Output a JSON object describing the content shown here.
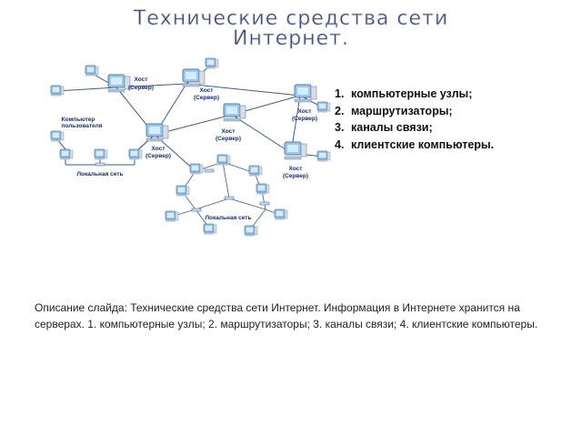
{
  "slide": {
    "title_line1": "Технические средства сети",
    "title_line2": "Интернет.",
    "list_items": [
      {
        "num": "1.",
        "text": "компьютерные узлы;"
      },
      {
        "num": "2.",
        "text": "маршрутизаторы;"
      },
      {
        "num": "3.",
        "text": "каналы связи;"
      },
      {
        "num": "4.",
        "text": "клиентские компьютеры."
      }
    ]
  },
  "diagram": {
    "hosts": [
      {
        "label1": "Хост",
        "label2": "(Сервер)"
      },
      {
        "label1": "Хост",
        "label2": "(Сервер)"
      },
      {
        "label1": "Хост",
        "label2": "(Сервер)"
      },
      {
        "label1": "Хост",
        "label2": "(Сервер)"
      },
      {
        "label1": "Хост",
        "label2": "(Сервер)"
      },
      {
        "label1": "Хост",
        "label2": "(Сервер)"
      }
    ],
    "user_pc_label1": "Компьютер",
    "user_pc_label2": "пользователя",
    "lan_label_1": "Локальная сеть",
    "lan_label_2": "Локальная сеть",
    "colors": {
      "link": "#3d5e86",
      "monitor": "#9cc7ea",
      "monitor_dark": "#4f7fae",
      "case": "#d8dde6",
      "label": "#1c2a6c"
    }
  },
  "caption": {
    "text": "Описание слайда: Технические средства сети Интернет. Информация в Интернете хранится на серверах. 1. компьютерные узлы; 2. маршрутизаторы; 3. каналы связи; 4. клиентские компьютеры."
  }
}
